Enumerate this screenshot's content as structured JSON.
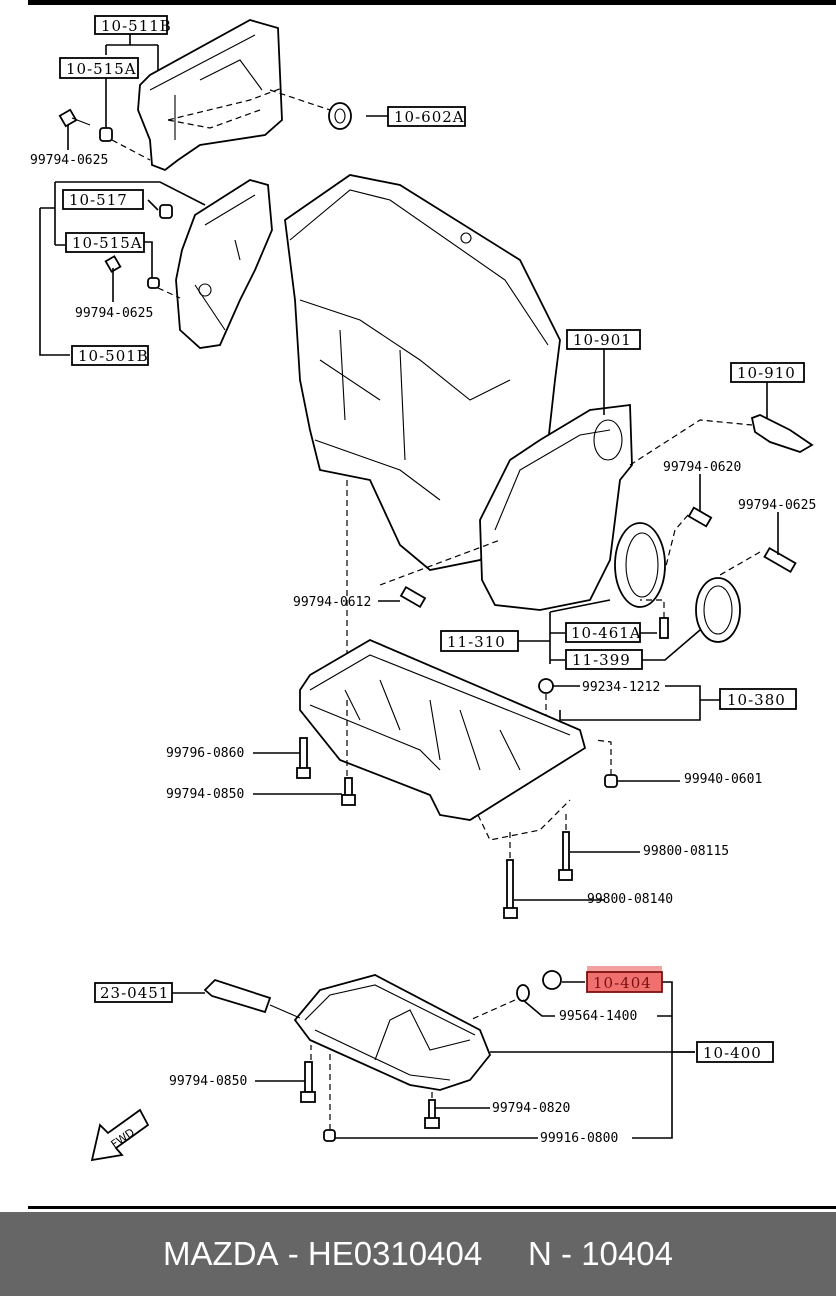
{
  "diagram": {
    "boxed_labels": [
      {
        "id": "10-511B",
        "text": "10-511B"
      },
      {
        "id": "10-515A-top",
        "text": "10-515A"
      },
      {
        "id": "10-602A",
        "text": "10-602A"
      },
      {
        "id": "10-517",
        "text": "10-517"
      },
      {
        "id": "10-515A-bottom",
        "text": "10-515A"
      },
      {
        "id": "10-501B",
        "text": "10-501B"
      },
      {
        "id": "10-901",
        "text": "10-901"
      },
      {
        "id": "10-910",
        "text": "10-910"
      },
      {
        "id": "11-310",
        "text": "11-310"
      },
      {
        "id": "10-461A",
        "text": "10-461A"
      },
      {
        "id": "11-399",
        "text": "11-399"
      },
      {
        "id": "10-380",
        "text": "10-380"
      },
      {
        "id": "23-0451",
        "text": "23-0451"
      },
      {
        "id": "10-404",
        "text": "10-404",
        "highlighted": true
      },
      {
        "id": "10-400",
        "text": "10-400"
      }
    ],
    "part_numbers": [
      {
        "id": "p1",
        "text": "99794-0625"
      },
      {
        "id": "p2",
        "text": "99794-0625"
      },
      {
        "id": "p3",
        "text": "99794-0620"
      },
      {
        "id": "p4",
        "text": "99794-0625"
      },
      {
        "id": "p5",
        "text": "99794-0612"
      },
      {
        "id": "p6",
        "text": "99234-1212"
      },
      {
        "id": "p7",
        "text": "99796-0860"
      },
      {
        "id": "p8",
        "text": "99794-0850"
      },
      {
        "id": "p9",
        "text": "99940-0601"
      },
      {
        "id": "p10",
        "text": "99800-08115"
      },
      {
        "id": "p11",
        "text": "99800-08140"
      },
      {
        "id": "p12",
        "text": "99564-1400"
      },
      {
        "id": "p13",
        "text": "99794-0850"
      },
      {
        "id": "p14",
        "text": "99794-0820"
      },
      {
        "id": "p15",
        "text": "99916-0800"
      }
    ],
    "fwd_label": "FWD",
    "highlight_color": "#f07070"
  },
  "footer": {
    "brand": "MAZDA",
    "separator": " - ",
    "oem_number": "HE0310404",
    "gap": "     ",
    "n_prefix": "N",
    "n_number": "10404"
  }
}
